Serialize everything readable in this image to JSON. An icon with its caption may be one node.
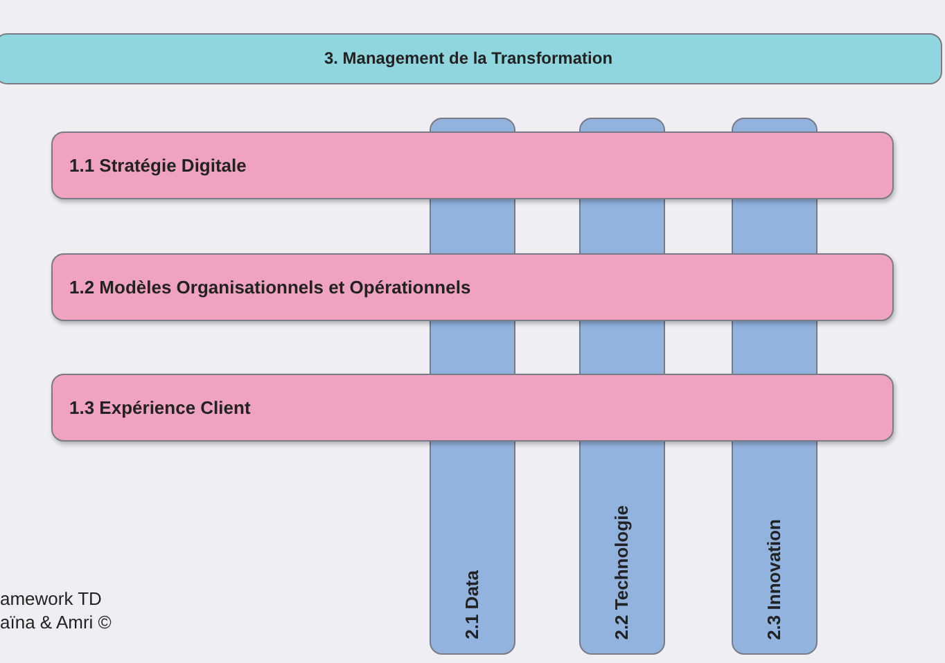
{
  "diagram": {
    "nodes": [
      {
        "text": [
          "3. Management de la Transformation"
        ]
      },
      {
        "text": [
          "1.1 Stratégie Digitale"
        ]
      },
      {
        "text": [
          "1.2 Modèles Organisationnels et Opérationnels"
        ]
      },
      {
        "text": [
          "1.3 Expérience Client"
        ]
      },
      {
        "text": [
          "2.1 Data"
        ]
      },
      {
        "text": [
          "2.2 Technologie"
        ]
      },
      {
        "text": [
          "2.3 Innovation"
        ]
      }
    ],
    "labels": [
      "amework TD",
      "aïna & Amri ©"
    ]
  }
}
